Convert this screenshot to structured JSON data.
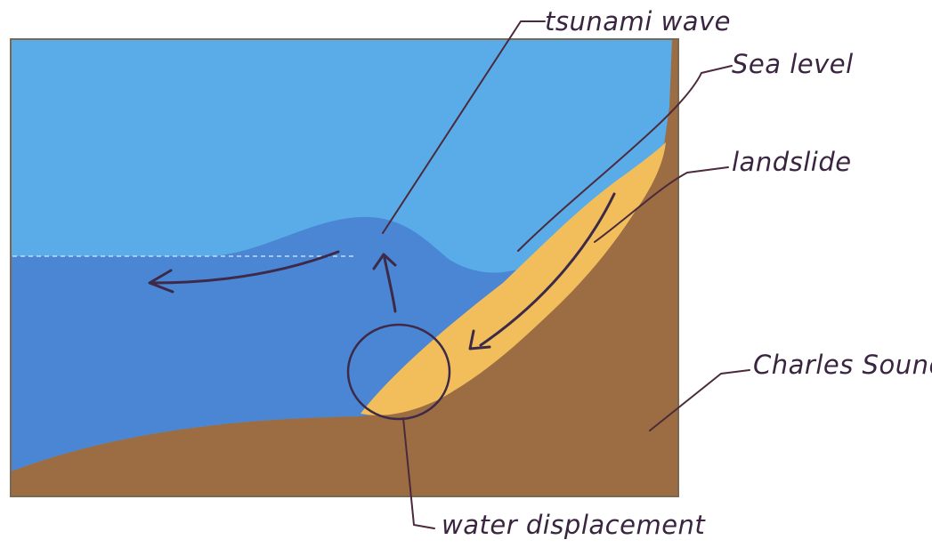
{
  "diagram": {
    "labels": {
      "tsunami_wave": "tsunami wave",
      "sea_level": "Sea level",
      "landslide": "landslide",
      "charles_sound": "Charles Sound",
      "water_displacement": "water displacement"
    },
    "colors": {
      "sky_water": "#5aace8",
      "deep_water": "#4a86d4",
      "seabed": "#9c6d43",
      "landslide": "#f2be5c",
      "annotation_ink": "#3a2540",
      "frame": "#7a6850"
    }
  }
}
